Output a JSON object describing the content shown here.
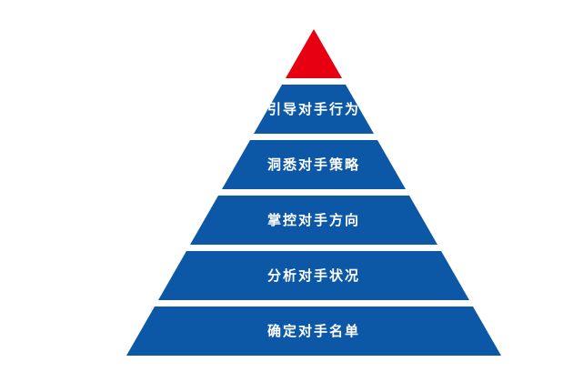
{
  "diagram": {
    "type": "pyramid",
    "background_color": "#ffffff",
    "text_color": "#ffffff",
    "apex": {
      "color": "#e60012"
    },
    "levels": [
      {
        "label": "引导对手行为",
        "color": "#0d57a7"
      },
      {
        "label": "洞悉对手策略",
        "color": "#0d57a7"
      },
      {
        "label": "掌控对手方向",
        "color": "#0d57a7"
      },
      {
        "label": "分析对手状况",
        "color": "#0d57a7"
      },
      {
        "label": "确定对手名单",
        "color": "#0d57a7"
      }
    ]
  }
}
